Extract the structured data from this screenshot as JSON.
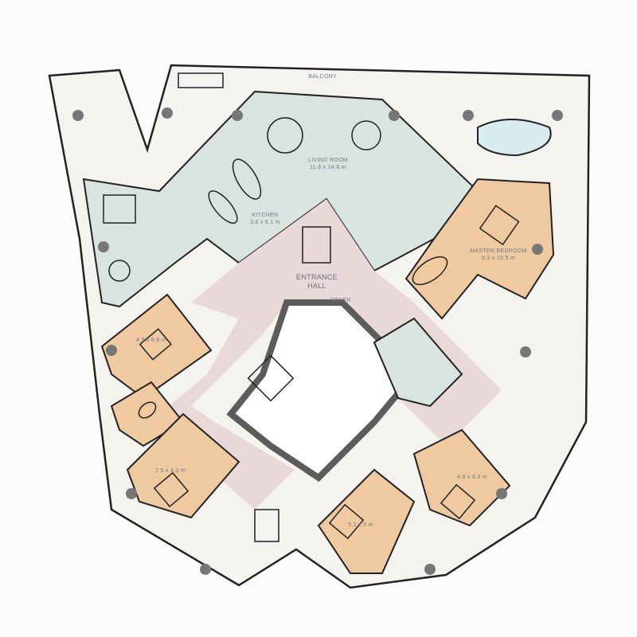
{
  "colors": {
    "living": "#d9e3df",
    "hall": "#e8d8da",
    "bedroom": "#efc9a0",
    "bedroom_light": "#f6e2cc",
    "floor": "#f4f3f0",
    "wall": "#5c5c5c",
    "outline": "#222222"
  },
  "labels": {
    "balcony": "BALCONY",
    "living_room": {
      "name": "LIVING ROOM",
      "size": "11.6 x 14.8 m"
    },
    "kitchen": {
      "name": "KITCHEN",
      "size": "3.8 x 6.1 m"
    },
    "entrance_hall": {
      "line1": "ENTRANCE",
      "line2": "HALL"
    },
    "foyer": "FOYER",
    "master_bedroom": {
      "name": "MASTER BEDROOM",
      "size": "9.3 x 15.5 m"
    },
    "bedroom_a": "4.9 x 6.9 m",
    "bedroom_b": "7.5 x 4.3 m",
    "bedroom_c": "5.1 x 6 m",
    "bedroom_d": "4.8 x 6.3 m"
  }
}
